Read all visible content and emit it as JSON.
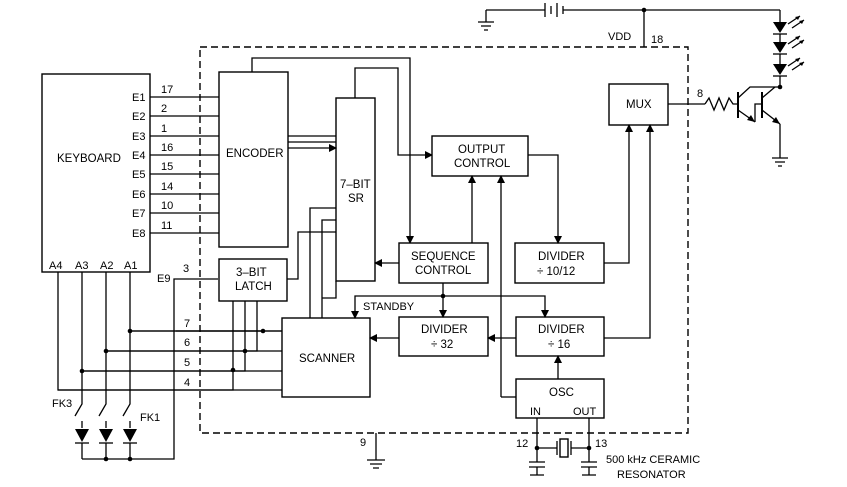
{
  "blocks": {
    "keyboard": "KEYBOARD",
    "encoder": "ENCODER",
    "sr": [
      "7–BIT",
      "SR"
    ],
    "output_control": [
      "OUTPUT",
      "CONTROL"
    ],
    "mux": "MUX",
    "sequence_control": [
      "SEQUENCE",
      "CONTROL"
    ],
    "divider_1012": [
      "DIVIDER",
      "÷ 10/12"
    ],
    "latch": [
      "3–BIT",
      "LATCH"
    ],
    "scanner": "SCANNER",
    "divider_32": [
      "DIVIDER",
      "÷ 32"
    ],
    "divider_16": [
      "DIVIDER",
      "÷ 16"
    ],
    "osc": "OSC",
    "osc_in": "IN",
    "osc_out": "OUT"
  },
  "keyboard_rows": [
    "E1",
    "E2",
    "E3",
    "E4",
    "E5",
    "E6",
    "E7",
    "E8"
  ],
  "row_pins": [
    "17",
    "2",
    "1",
    "16",
    "15",
    "14",
    "10",
    "11"
  ],
  "keyboard_cols": [
    "A4",
    "A3",
    "A2",
    "A1"
  ],
  "e9": {
    "label": "E9",
    "pin": "3"
  },
  "scanner_pins": [
    "7",
    "6",
    "5",
    "4"
  ],
  "vdd": {
    "label": "VDD",
    "pin": "18"
  },
  "mux_pin": "8",
  "gnd_pin": "9",
  "osc_pins": [
    "12",
    "13"
  ],
  "standby": "STANDBY",
  "function_keys": [
    "FK3",
    "FK1"
  ],
  "resonator": [
    "500 kHz CERAMIC",
    "RESONATOR"
  ]
}
